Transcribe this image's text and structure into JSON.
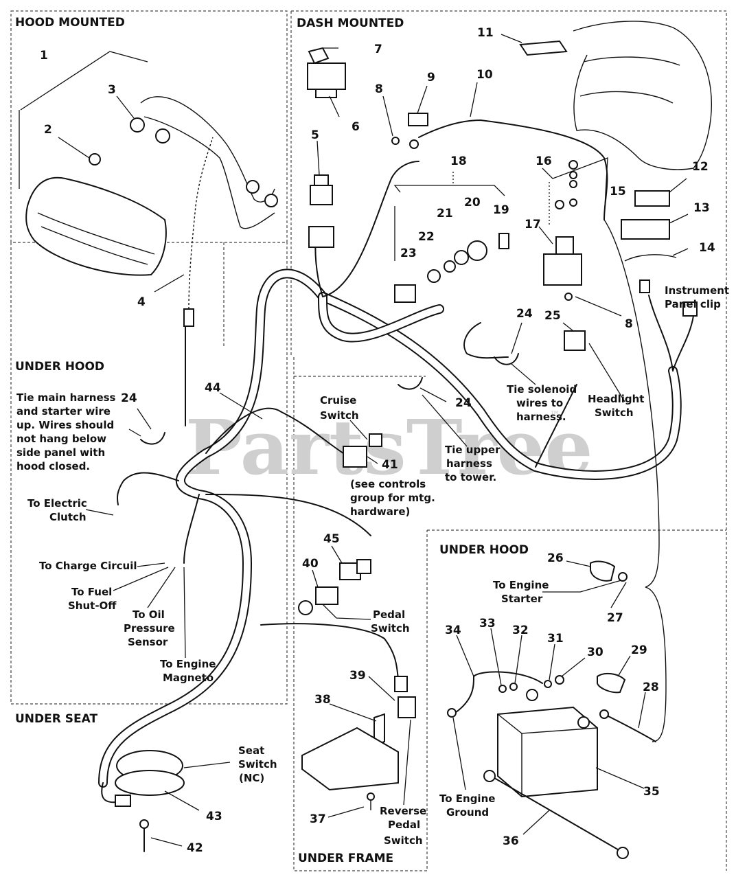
{
  "sections": {
    "hood_mounted": "HOOD MOUNTED",
    "dash_mounted": "DASH MOUNTED",
    "under_hood_left": "UNDER HOOD",
    "under_hood_right": "UNDER HOOD",
    "under_seat": "UNDER SEAT",
    "under_frame": "UNDER FRAME"
  },
  "callouts": {
    "n1": "1",
    "n2": "2",
    "n3": "3",
    "n4": "4",
    "n5": "5",
    "n6": "6",
    "n7": "7",
    "n8a": "8",
    "n8b": "8",
    "n9": "9",
    "n10": "10",
    "n11": "11",
    "n12": "12",
    "n13": "13",
    "n14": "14",
    "n15": "15",
    "n16": "16",
    "n17": "17",
    "n18": "18",
    "n19": "19",
    "n20": "20",
    "n21": "21",
    "n22": "22",
    "n23": "23",
    "n24a": "24",
    "n24b": "24",
    "n24c": "24",
    "n25": "25",
    "n26": "26",
    "n27": "27",
    "n28": "28",
    "n29": "29",
    "n30": "30",
    "n31": "31",
    "n32": "32",
    "n33": "33",
    "n34": "34",
    "n35": "35",
    "n36": "36",
    "n37": "37",
    "n38": "38",
    "n39": "39",
    "n40": "40",
    "n41": "41",
    "n42": "42",
    "n43": "43",
    "n44": "44",
    "n45": "45"
  },
  "labels": {
    "instrument_panel_1": "Instrument",
    "instrument_panel_2": "Panel clip",
    "tie_main_1": "Tie main harness",
    "tie_main_2": "and starter wire",
    "tie_main_3": "up. Wires should",
    "tie_main_4": "not hang below",
    "tie_main_5": "side panel with",
    "tie_main_6": "hood closed.",
    "electric_clutch_1": "To Electric",
    "electric_clutch_2": "Clutch",
    "charge_circuit": "To Charge Circuil",
    "fuel_1": "To Fuel",
    "fuel_2": "Shut-Off",
    "oil_1": "To Oil",
    "oil_2": "Pressure",
    "oil_3": "Sensor",
    "magneto_1": "To Engine",
    "magneto_2": "Magneto",
    "cruise_1": "Cruise",
    "cruise_2": "Switch",
    "see_controls_1": "(see controls",
    "see_controls_2": "group for mtg.",
    "see_controls_3": "hardware)",
    "tie_upper_1": "Tie upper",
    "tie_upper_2": "harness",
    "tie_upper_3": "to tower.",
    "tie_solenoid_1": "Tie solenoid",
    "tie_solenoid_2": "wires to",
    "tie_solenoid_3": "harness.",
    "headlight_1": "Headlight",
    "headlight_2": "Switch",
    "engine_starter_1": "To Engine",
    "engine_starter_2": "Starter",
    "pedal_1": "Pedal",
    "pedal_2": "Switch",
    "engine_ground_1": "To Engine",
    "engine_ground_2": "Ground",
    "seat_1": "Seat",
    "seat_2": "Switch",
    "seat_3": "(NC)",
    "reverse_1": "Reverse",
    "reverse_2": "Pedal",
    "reverse_3": "Switch"
  },
  "watermark": {
    "text": "PartsTree",
    "tm": "™"
  }
}
